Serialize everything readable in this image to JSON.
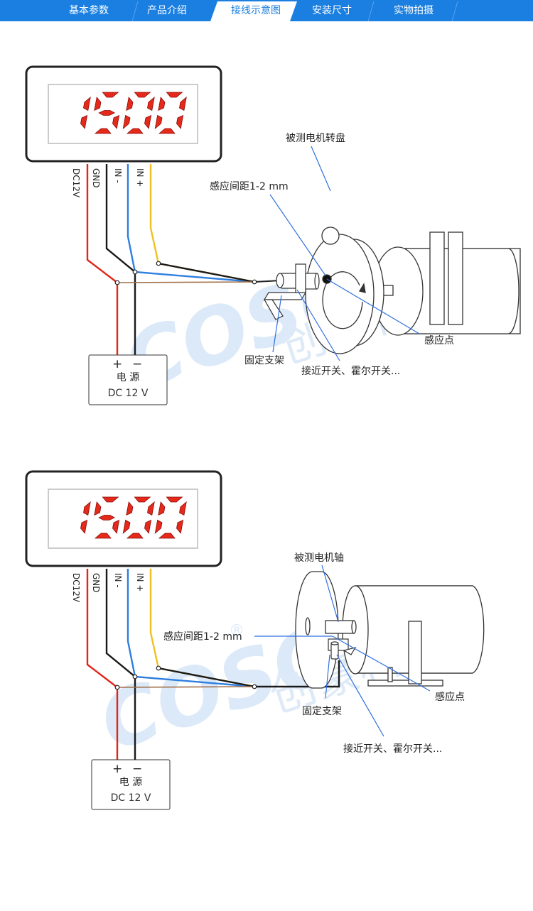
{
  "tabs": [
    {
      "label": "基本参数",
      "active": false
    },
    {
      "label": "产品介绍",
      "active": false
    },
    {
      "label": "接线示意图",
      "active": true
    },
    {
      "label": "安装尺寸",
      "active": false
    },
    {
      "label": "实物拍摄",
      "active": false
    }
  ],
  "colors": {
    "tab_blue": "#1a7fe0",
    "tab_active": "#ffffff",
    "wire_red": "#e0261b",
    "wire_black": "#1a1a1a",
    "wire_blue": "#2f7fe0",
    "wire_yellow": "#f0c020",
    "wire_brown": "#a0704a",
    "leader_blue": "#2f6fe0",
    "led_red": "#e52a1c",
    "watermark": "#dbe8f8"
  },
  "watermark": {
    "text": "COSO",
    "brand": "创豪科技",
    "mark": "®"
  },
  "diagram1": {
    "display_value": "1500",
    "wires": [
      "DC12V",
      "GND",
      "IN -",
      "IN +"
    ],
    "power": {
      "plus": "+",
      "minus": "−",
      "title": "电 源",
      "spec": "DC 12 V"
    },
    "labels": {
      "target": "被测电机转盘",
      "gap": "感应间距1-2 mm",
      "point": "感应点",
      "bracket": "固定支架",
      "sensor": "接近开关、霍尔开关..."
    }
  },
  "diagram2": {
    "display_value": "1500",
    "wires": [
      "DC12V",
      "GND",
      "IN -",
      "IN +"
    ],
    "power": {
      "plus": "+",
      "minus": "−",
      "title": "电 源",
      "spec": "DC 12 V"
    },
    "labels": {
      "target": "被测电机轴",
      "gap": "感应间距1-2 mm",
      "point": "感应点",
      "bracket": "固定支架",
      "sensor": "接近开关、霍尔开关..."
    }
  }
}
